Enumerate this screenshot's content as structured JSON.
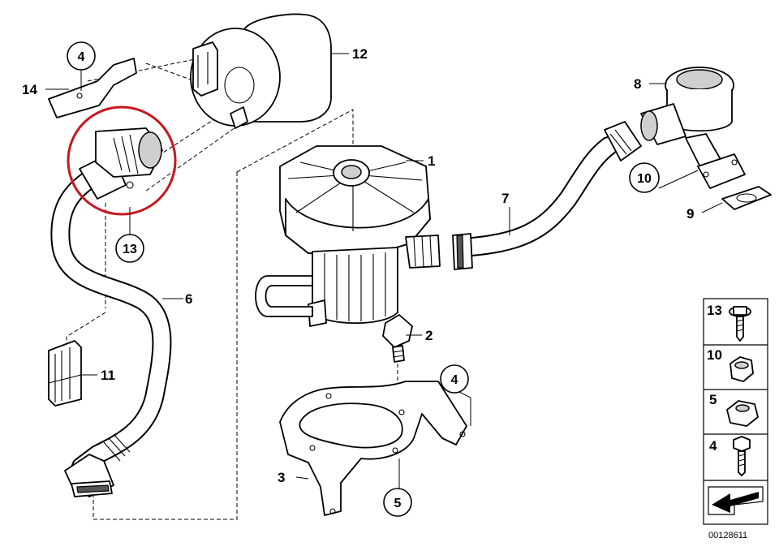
{
  "parts": {
    "p1": "1",
    "p2": "2",
    "p3": "3",
    "p4a": "4",
    "p4b": "4",
    "p5": "5",
    "p6": "6",
    "p7": "7",
    "p8": "8",
    "p9": "9",
    "p10": "10",
    "p11": "11",
    "p12": "12",
    "p13": "13",
    "p14": "14"
  },
  "sidebar": {
    "items": [
      "13",
      "10",
      "5",
      "4"
    ]
  },
  "diagram_code": "00128611",
  "highlight_color": "#c8161d"
}
